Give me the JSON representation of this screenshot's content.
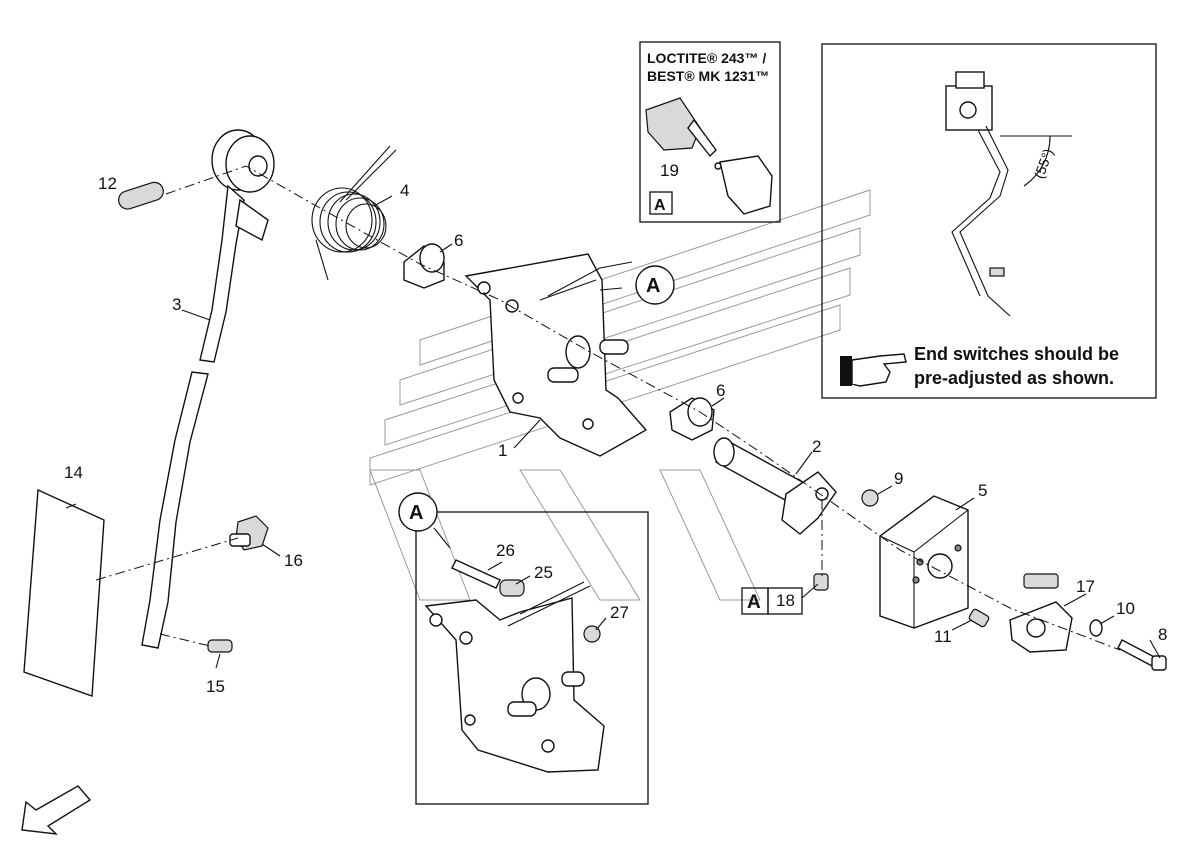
{
  "callouts": {
    "c1": "1",
    "c2": "2",
    "c3": "3",
    "c4": "4",
    "c5": "5",
    "c6a": "6",
    "c6b": "6",
    "c8": "8",
    "c9": "9",
    "c10": "10",
    "c11": "11",
    "c12": "12",
    "c14": "14",
    "c15": "15",
    "c16": "16",
    "c17": "17",
    "c18": "18",
    "c19": "19",
    "c25": "25",
    "c26": "26",
    "c27": "27"
  },
  "markers": {
    "a_main": "A",
    "a_detail": "A",
    "a_loctite": "A",
    "a_18": "A"
  },
  "loctite": {
    "line1": "LOCTITE® 243™ /",
    "line2": "BEST® MK 1231™"
  },
  "switch_note": {
    "angle": "(55°)",
    "line1": "End switches should be",
    "line2": "pre-adjusted as shown.",
    "icon": "pointing-hand-icon"
  },
  "direction_icon": "arrow-down-left-icon"
}
